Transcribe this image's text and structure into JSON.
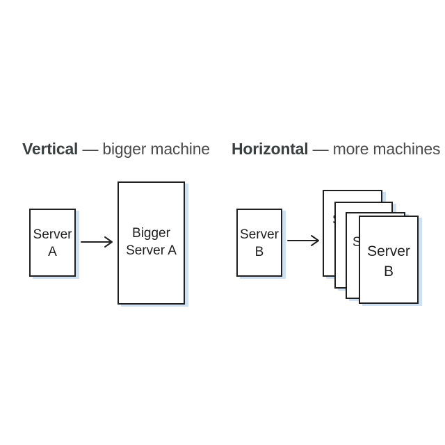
{
  "headings": {
    "vertical": {
      "bold": "Vertical",
      "rest": " — bigger machine"
    },
    "horizontal": {
      "bold": "Horizontal",
      "rest": " — more machines"
    }
  },
  "vertical": {
    "source_box": {
      "line1": "Server",
      "line2": "A"
    },
    "target_box": {
      "line1": "Bigger",
      "line2": "Server A"
    }
  },
  "horizontal": {
    "source_box": {
      "line1": "Server",
      "line2": "B"
    },
    "stack_peek_1": "S",
    "stack_peek_2": "S",
    "front_box": {
      "line1": "Server",
      "line2": "B"
    }
  },
  "colors": {
    "stroke": "#1f1f1f",
    "shadow": "#cfe0f1"
  }
}
